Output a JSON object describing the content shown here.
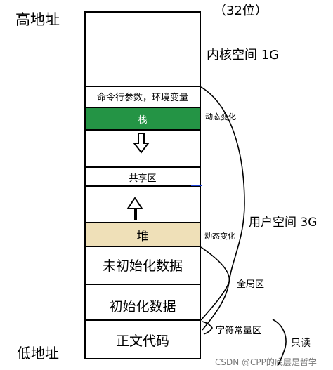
{
  "left": {
    "high_address": "高地址",
    "low_address": "低地址"
  },
  "top_note": "（32位）",
  "segments": {
    "kernel": "",
    "args_env": "命令行参数，环境变量",
    "stack": "栈",
    "shared": "共享区",
    "heap": "堆",
    "bss": "未初始化数据",
    "data": "初始化数据",
    "text": "正文代码"
  },
  "right": {
    "kernel_space": "内核空间  1G",
    "dynamic_stack": "动态变化",
    "user_space": "用户空间  3G",
    "dynamic_heap": "动态变化",
    "global_area": "全局区",
    "string_const": "字符常量区",
    "read_only": "只读"
  },
  "watermark": "CSDN @CPP的底层是哲学",
  "colors": {
    "stack": "#249445",
    "heap": "#efe0b8",
    "line": "#000000",
    "accent": "#1a3fd6"
  }
}
